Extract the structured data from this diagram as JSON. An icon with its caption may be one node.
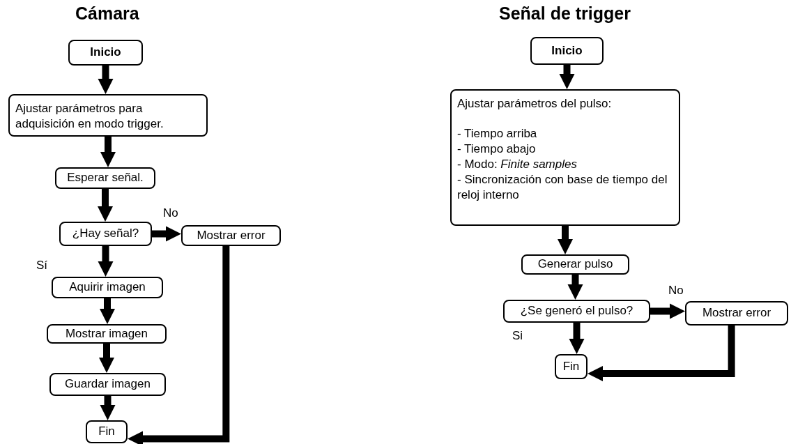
{
  "diagram": {
    "nodes": [
      {
        "text": [
          "Inicio"
        ]
      },
      {
        "text": [
          "Ajustar parámetros para adquisición en modo trigger."
        ]
      },
      {
        "text": [
          "Esperar señal."
        ]
      },
      {
        "text": [
          "¿Hay señal?"
        ]
      },
      {
        "text": [
          "Mostrar error"
        ]
      },
      {
        "text": [
          "Aquirir imagen"
        ]
      },
      {
        "text": [
          "Mostrar imagen"
        ]
      },
      {
        "text": [
          "Guardar imagen"
        ]
      },
      {
        "text": [
          "Fin"
        ]
      },
      {
        "text": [
          "Inicio"
        ]
      },
      {
        "text": [
          "Ajustar parámetros del pulso:",
          "- Tiempo arriba",
          "- Tiempo abajo",
          "- Modo: *Finite samples*",
          "- Sincronización con base de tiempo del reloj interno"
        ]
      },
      {
        "text": [
          "Generar pulso"
        ]
      },
      {
        "text": [
          "¿Se generó el pulso?"
        ]
      },
      {
        "text": [
          "Mostrar error"
        ]
      },
      {
        "text": [
          "Fin"
        ]
      }
    ],
    "edges": [
      {
        "from": 0,
        "to": 1,
        "arrow": "to"
      },
      {
        "from": 1,
        "to": 2,
        "arrow": "to"
      },
      {
        "from": 2,
        "to": 3,
        "arrow": "to"
      },
      {
        "from": 3,
        "to": 4,
        "arrow": "to",
        "label": "No"
      },
      {
        "from": 3,
        "to": 5,
        "arrow": "to",
        "label": "Sí"
      },
      {
        "from": 5,
        "to": 6,
        "arrow": "to"
      },
      {
        "from": 6,
        "to": 7,
        "arrow": "to"
      },
      {
        "from": 7,
        "to": 8,
        "arrow": "to"
      },
      {
        "from": 4,
        "to": 8,
        "arrow": "to"
      },
      {
        "from": 9,
        "to": 10,
        "arrow": "to"
      },
      {
        "from": 10,
        "to": 11,
        "arrow": "to"
      },
      {
        "from": 11,
        "to": 12,
        "arrow": "to"
      },
      {
        "from": 12,
        "to": 13,
        "arrow": "to",
        "label": "No"
      },
      {
        "from": 12,
        "to": 14,
        "arrow": "to",
        "label": "Si"
      },
      {
        "from": 13,
        "to": 14,
        "arrow": "to"
      }
    ],
    "labels": [
      "Cámara",
      "Señal de trigger"
    ]
  }
}
